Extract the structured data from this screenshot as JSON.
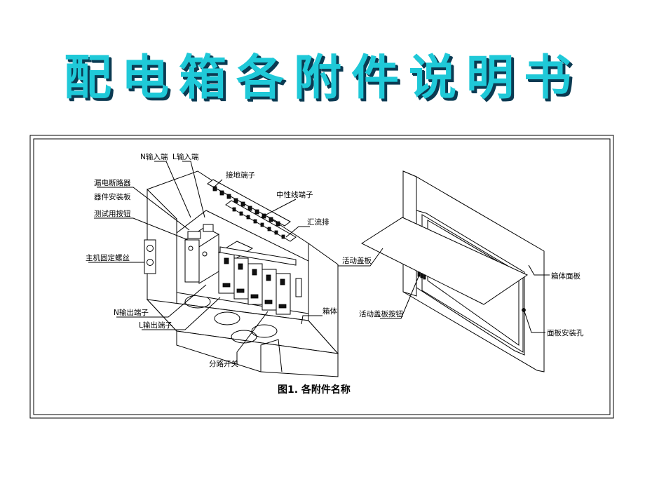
{
  "title": "配电箱各附件说明书",
  "colors": {
    "title": "#1fc9d8",
    "title_shadow": "#0b3a52"
  },
  "figure": {
    "caption": "图1. 各附件名称",
    "left_labels": {
      "n_input": "N输入端",
      "l_input": "L输入端",
      "ground_terminal": "接地端子",
      "leakage_breaker": "漏电断路器",
      "mount_plate": "器件安装板",
      "neutral_terminal": "中性线端子",
      "test_button": "测试用按钮",
      "busbar": "汇流排",
      "main_screw": "主机固定螺丝",
      "n_output": "N输出端子",
      "l_output": "L输出端子",
      "box_body": "箱体",
      "branch_switch": "分路开关"
    },
    "right_labels": {
      "cover": "活动盖板",
      "face_panel": "箱体面板",
      "cover_button": "活动盖板按钮",
      "panel_hole": "面板安装孔"
    }
  }
}
